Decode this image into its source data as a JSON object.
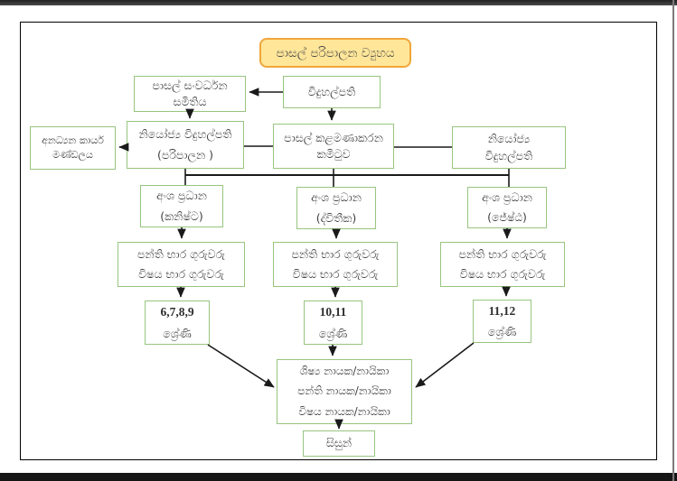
{
  "document": {
    "title": "පාසල් පරිපාලන ව්‍යුහය"
  },
  "colors": {
    "node_border_green": "#97c57f",
    "title_fill_yellow": "#ffe699",
    "title_border_orange": "#f0a63a",
    "line_black": "#1a1a1a",
    "text_gray": "#3f3f3f"
  },
  "nodes": {
    "school_development_society": {
      "line1": "පාසල් සංවර්ධන",
      "line2": "සමිතිය"
    },
    "principal": {
      "line1": "විදුහල්පති"
    },
    "non_academic_staff": {
      "line1": "අනධ්‍යන කාර්ය",
      "line2": "මණ්ඩලය"
    },
    "deputy_principal_admin": {
      "line1": "නියෝජ්‍ය විදුහල්පති",
      "line2": "(පරිපාලන )"
    },
    "school_management_committee": {
      "line1": "පාසල් කළමණාකරන",
      "line2": "කමිටුව"
    },
    "deputy_principal": {
      "line1": "නියෝජ්‍ය",
      "line2": "විදුහල්පති"
    },
    "section_head_junior": {
      "line1": "අංශ ප්‍රධාන",
      "line2": "(කනිෂ්ට)"
    },
    "section_head_secondary": {
      "line1": "අංශ ප්‍රධාන",
      "line2": "(ද්විතීක)"
    },
    "section_head_senior": {
      "line1": "අංශ ප්‍රධාන",
      "line2": "(ජේෂ්ඨ)"
    },
    "teachers_junior": {
      "line1": "පන්ති භාර ගුරුවරු",
      "line2": "විෂය භාර ගුරුවරු"
    },
    "teachers_secondary": {
      "line1": "පන්ති භාර ගුරුවරු",
      "line2": "විෂය භාර ගුරුවරු"
    },
    "teachers_senior": {
      "line1": "පන්ති භාර ගුරුවරු",
      "line2": "විෂය භාර ගුරුවරු"
    },
    "grades_junior": {
      "line1": "6,7,8,9",
      "line2": "ශ්‍රේණි"
    },
    "grades_secondary": {
      "line1": "10,11",
      "line2": "ශ්‍රේණි"
    },
    "grades_senior": {
      "line1": "11,12",
      "line2": "ශ්‍රේණි"
    },
    "student_leaders": {
      "line1": "ශිෂ්‍ය නායක/නායිකා",
      "line2": "පන්ති නායක/නායිකා",
      "line3": "විෂය නායක/නායිකා"
    },
    "students": {
      "line1": "සිසුන්"
    }
  }
}
